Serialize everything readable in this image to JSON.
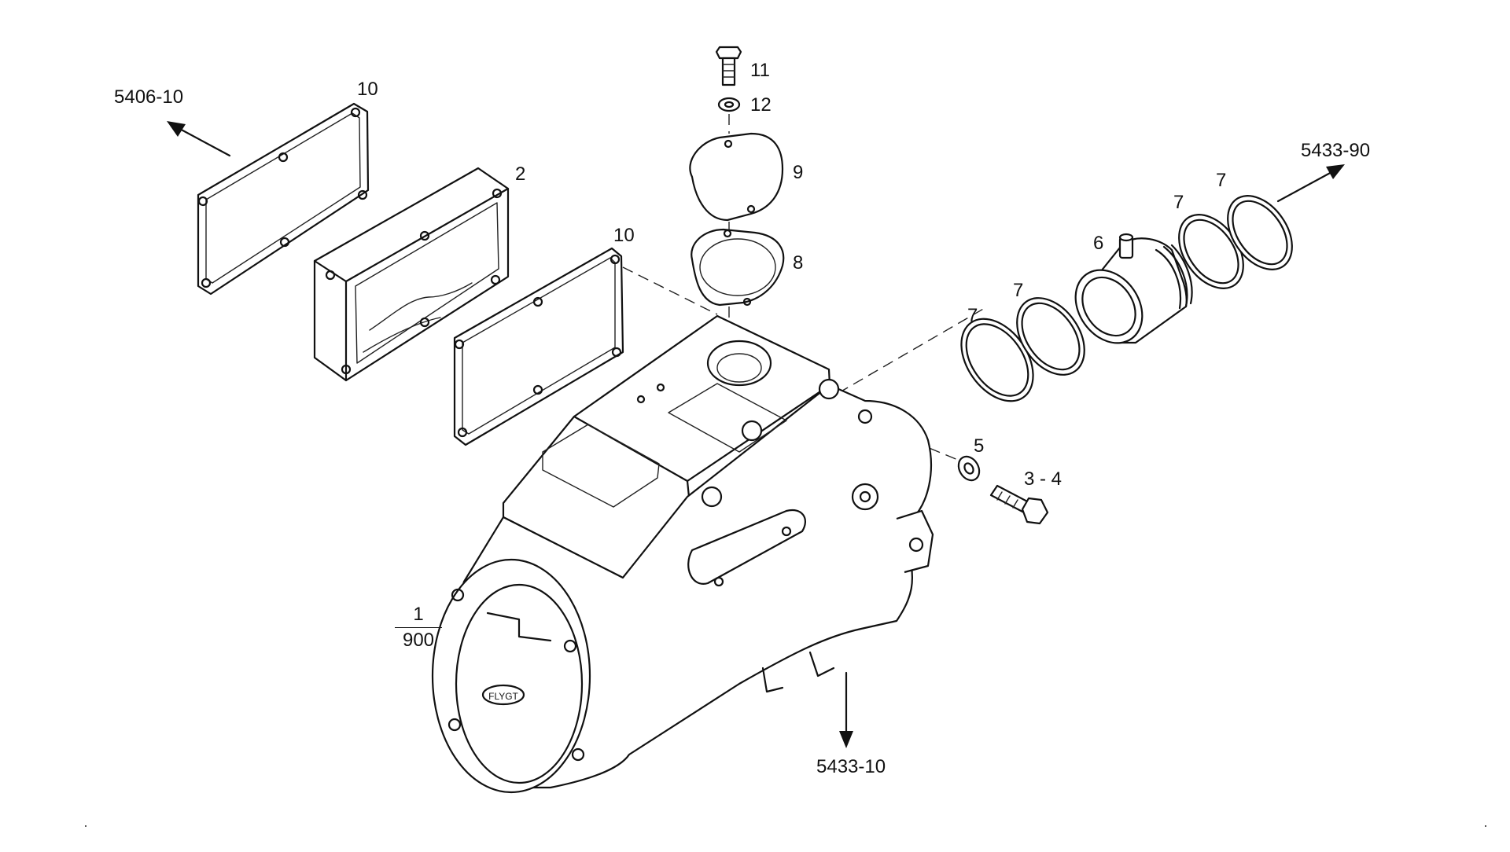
{
  "callouts": {
    "ref_5406_10": "5406-10",
    "ref_5433_90": "5433-90",
    "ref_5433_10": "5433-10",
    "p10_left": "10",
    "p2": "2",
    "p10_mid": "10",
    "p11": "11",
    "p12": "12",
    "p9": "9",
    "p8": "8",
    "p6": "6",
    "p7_a": "7",
    "p7_b": "7",
    "p7_c": "7",
    "p7_d": "7",
    "p5": "5",
    "p3_4": "3 - 4",
    "p1_num": "1",
    "p1_den": "900"
  },
  "icons": {
    "arrow": "arrow-icon",
    "bolt": "bolt-icon",
    "washer": "washer-icon",
    "o_ring": "o-ring-icon",
    "gasket": "gasket-icon"
  },
  "colors": {
    "line": "#111111",
    "background": "#ffffff"
  }
}
